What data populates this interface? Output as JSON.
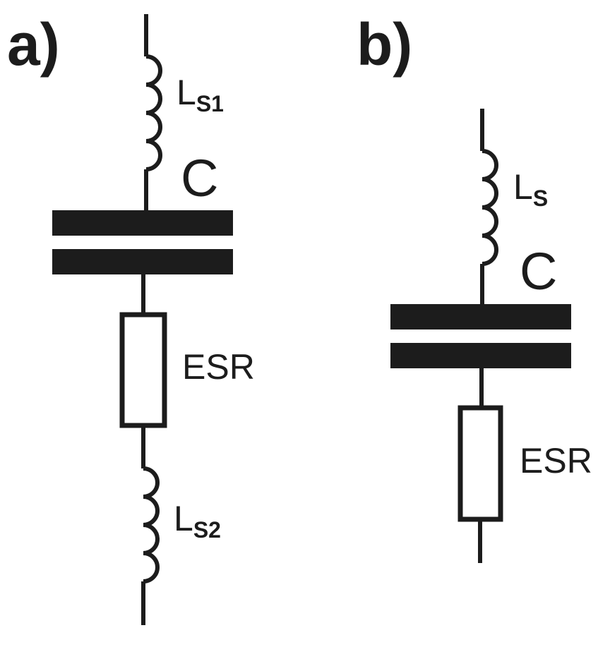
{
  "circuit_a": {
    "panel_label": "a)",
    "inductor_top": {
      "label": "L",
      "subscript": "S1"
    },
    "capacitor": {
      "label": "C"
    },
    "resistor": {
      "label": "ESR"
    },
    "inductor_bottom": {
      "label": "L",
      "subscript": "S2"
    }
  },
  "circuit_b": {
    "panel_label": "b)",
    "inductor": {
      "label": "L",
      "subscript": "S"
    },
    "capacitor": {
      "label": "C"
    },
    "resistor": {
      "label": "ESR"
    }
  },
  "colors": {
    "ink": "#1c1c1c",
    "background": "#ffffff"
  }
}
